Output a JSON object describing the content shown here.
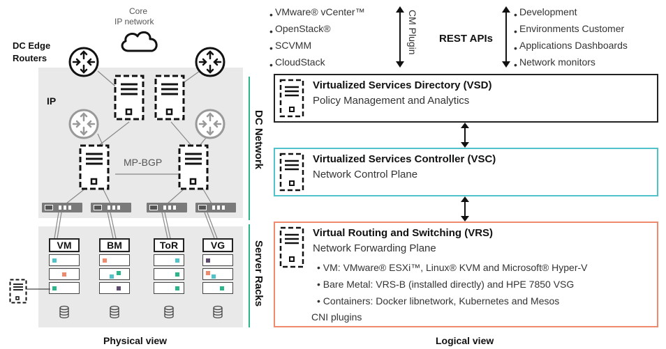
{
  "physical": {
    "core_label": [
      "Core",
      "IP network"
    ],
    "edge_label": [
      "DC Edge",
      "Routers"
    ],
    "ip_label": "IP",
    "mpbgp_label": "MP-BGP",
    "dc_network_label": "DC Network",
    "server_racks_label": "Server Racks",
    "racks": [
      "VM",
      "BM",
      "ToR",
      "VG"
    ],
    "footer": "Physical view"
  },
  "logical": {
    "cm_list": [
      "VMware® vCenter™",
      "OpenStack®",
      "SCVMM",
      "CloudStack"
    ],
    "cm_plugin": "CM Plugin",
    "rest_apis": "REST APIs",
    "rest_list": [
      "Development",
      "Environments Customer",
      "Applications Dashboards",
      "Network monitors"
    ],
    "vsd": {
      "title": "Virtualized Services Directory (VSD)",
      "sub": "Policy Management and Analytics"
    },
    "vsc": {
      "title": "Virtualized Services Controller (VSC)",
      "sub": "Network Control Plane"
    },
    "vrs": {
      "title": "Virtual Routing and Switching (VRS)",
      "sub": "Network Forwarding Plane",
      "bullets": [
        "• VM: VMware® ESXi™, Linux® KVM and Microsoft® Hyper-V",
        "• Bare Metal: VRS-B (installed directly) and HPE 7850 VSG",
        "• Containers: Docker libnetwork, Kubernetes and Mesos",
        "CNI plugins"
      ]
    },
    "footer": "Logical view"
  },
  "colors": {
    "green": "#2bb58b",
    "teal": "#4fc3c9",
    "coral": "#f08a6c",
    "purple": "#5d4a6e",
    "gray_region": "#e9e9e9"
  }
}
